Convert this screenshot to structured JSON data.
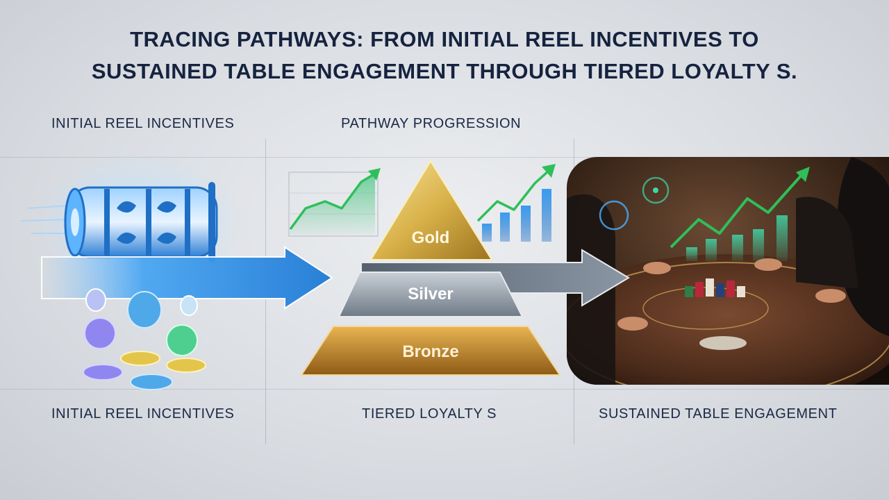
{
  "title": {
    "line1": "TRACING PATHWAYS: FROM INITIAL REEL INCENTIVES TO",
    "line2": "SUSTAINED TABLE ENGAGEMENT THROUGH TIERED LOYALTY S."
  },
  "columns": {
    "left_top": "INITIAL REEL INCENTIVES",
    "middle_top": "PATHWAY PROGRESSION",
    "left_bottom": "INITIAL REEL INCENTIVES",
    "middle_bottom": "TIERED LOYALTY S",
    "right_bottom": "SUSTAINED TABLE ENGAGEMENT"
  },
  "pyramid": {
    "tiers": [
      "Gold",
      "Silver",
      "Bronze"
    ]
  },
  "colors": {
    "title": "#16233f",
    "arrow_blue": "#2f8fe0",
    "arrow_gray": "#6f7b88",
    "gold": "#d9b24a",
    "silver": "#9aa4ae",
    "bronze": "#c9922f",
    "growth_green": "#2fbf5a"
  },
  "icons": {
    "reel": "slot-reel-icon",
    "chips": "casino-chips-icon",
    "chart_left": "growth-area-chart-icon",
    "chart_right": "growth-bar-chart-icon",
    "table_scene": "casino-table-photo"
  }
}
